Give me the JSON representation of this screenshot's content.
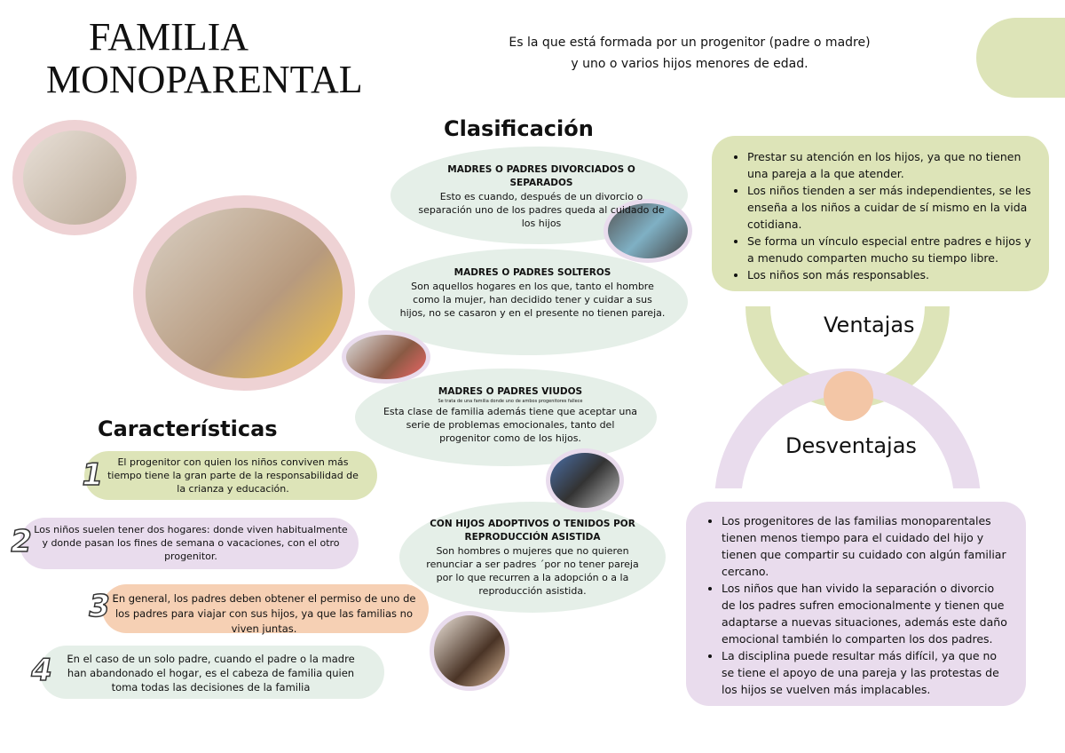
{
  "title": {
    "line1": "FAMILIA",
    "line2": "MONOPARENTAL"
  },
  "definition": "Es la que está formada por un progenitor (padre o madre) y uno o varios hijos menores de edad.",
  "clasificacion": {
    "heading": "Clasificación",
    "items": [
      {
        "title": "MADRES O PADRES DIVORCIADOS O SEPARADOS",
        "subtitle": "",
        "text": "Esto es cuando, después de un divorcio o separación uno de los padres queda al cuidado de los hijos"
      },
      {
        "title": "MADRES O PADRES SOLTEROS",
        "subtitle": "",
        "text": "Son aquellos hogares en los que, tanto el hombre como la mujer, han decidido tener y cuidar a sus hijos, no se casaron y en el presente no tienen pareja."
      },
      {
        "title": "MADRES O PADRES VIUDOS",
        "subtitle": "Se trata de una familia donde uno de ambos progenitores fallece",
        "text": "Esta clase de familia además tiene que aceptar una serie de problemas emocionales, tanto del progenitor como de los hijos."
      },
      {
        "title": "CON HIJOS ADOPTIVOS O TENIDOS POR REPRODUCCIÓN ASISTIDA",
        "subtitle": "",
        "text": "Son hombres o mujeres que no quieren renunciar a ser padres ´por no tener pareja por lo que recurren a la adopción o a la reproducción asistida."
      }
    ]
  },
  "caracteristicas": {
    "heading": "Características",
    "items": [
      {
        "num": "1",
        "text": "El progenitor con quien los niños conviven más tiempo tiene la gran parte de la responsabilidad de la crianza y educación."
      },
      {
        "num": "2",
        "text": "Los niños suelen tener dos hogares: donde viven habitualmente y donde pasan los fines de semana o vacaciones, con el otro progenitor."
      },
      {
        "num": "3",
        "text": "En general, los padres deben obtener el permiso de uno de los padres para viajar con sus hijos, ya que las familias no viven juntas."
      },
      {
        "num": "4",
        "text": "En el caso de un solo padre, cuando el padre o la madre han abandonado el hogar, es el cabeza de familia quien toma todas las decisiones de la familia"
      }
    ]
  },
  "ventajas": {
    "heading": "Ventajas",
    "items": [
      "Prestar su atención en los hijos, ya que no tienen una pareja a la que atender.",
      "Los niños tienden a ser más independientes, se les enseña a los niños a cuidar de sí mismo en la vida cotidiana.",
      "Se forma un vínculo especial entre padres e hijos y a menudo comparten mucho su tiempo libre.",
      "Los niños son más responsables."
    ]
  },
  "desventajas": {
    "heading": "Desventajas",
    "items": [
      "Los progenitores de las familias monoparentales tienen menos tiempo para el cuidado del hijo y tienen que compartir su cuidado con algún familiar cercano.",
      "Los niños que han vivido la separación o divorcio de los padres sufren emocionalmente y tienen que adaptarse a nuevas situaciones, además este daño emocional también lo comparten los dos padres.",
      "La disciplina puede resultar más difícil, ya que no se tiene el apoyo de una pareja y las protestas de los hijos se vuelven más implacables."
    ]
  },
  "colors": {
    "green": "#dde4b8",
    "lavender": "#e9dced",
    "mint": "#e5efe8",
    "peach": "#f6d0b4",
    "pink": "#eed2d4",
    "accent_peach": "#f3c6a6"
  }
}
